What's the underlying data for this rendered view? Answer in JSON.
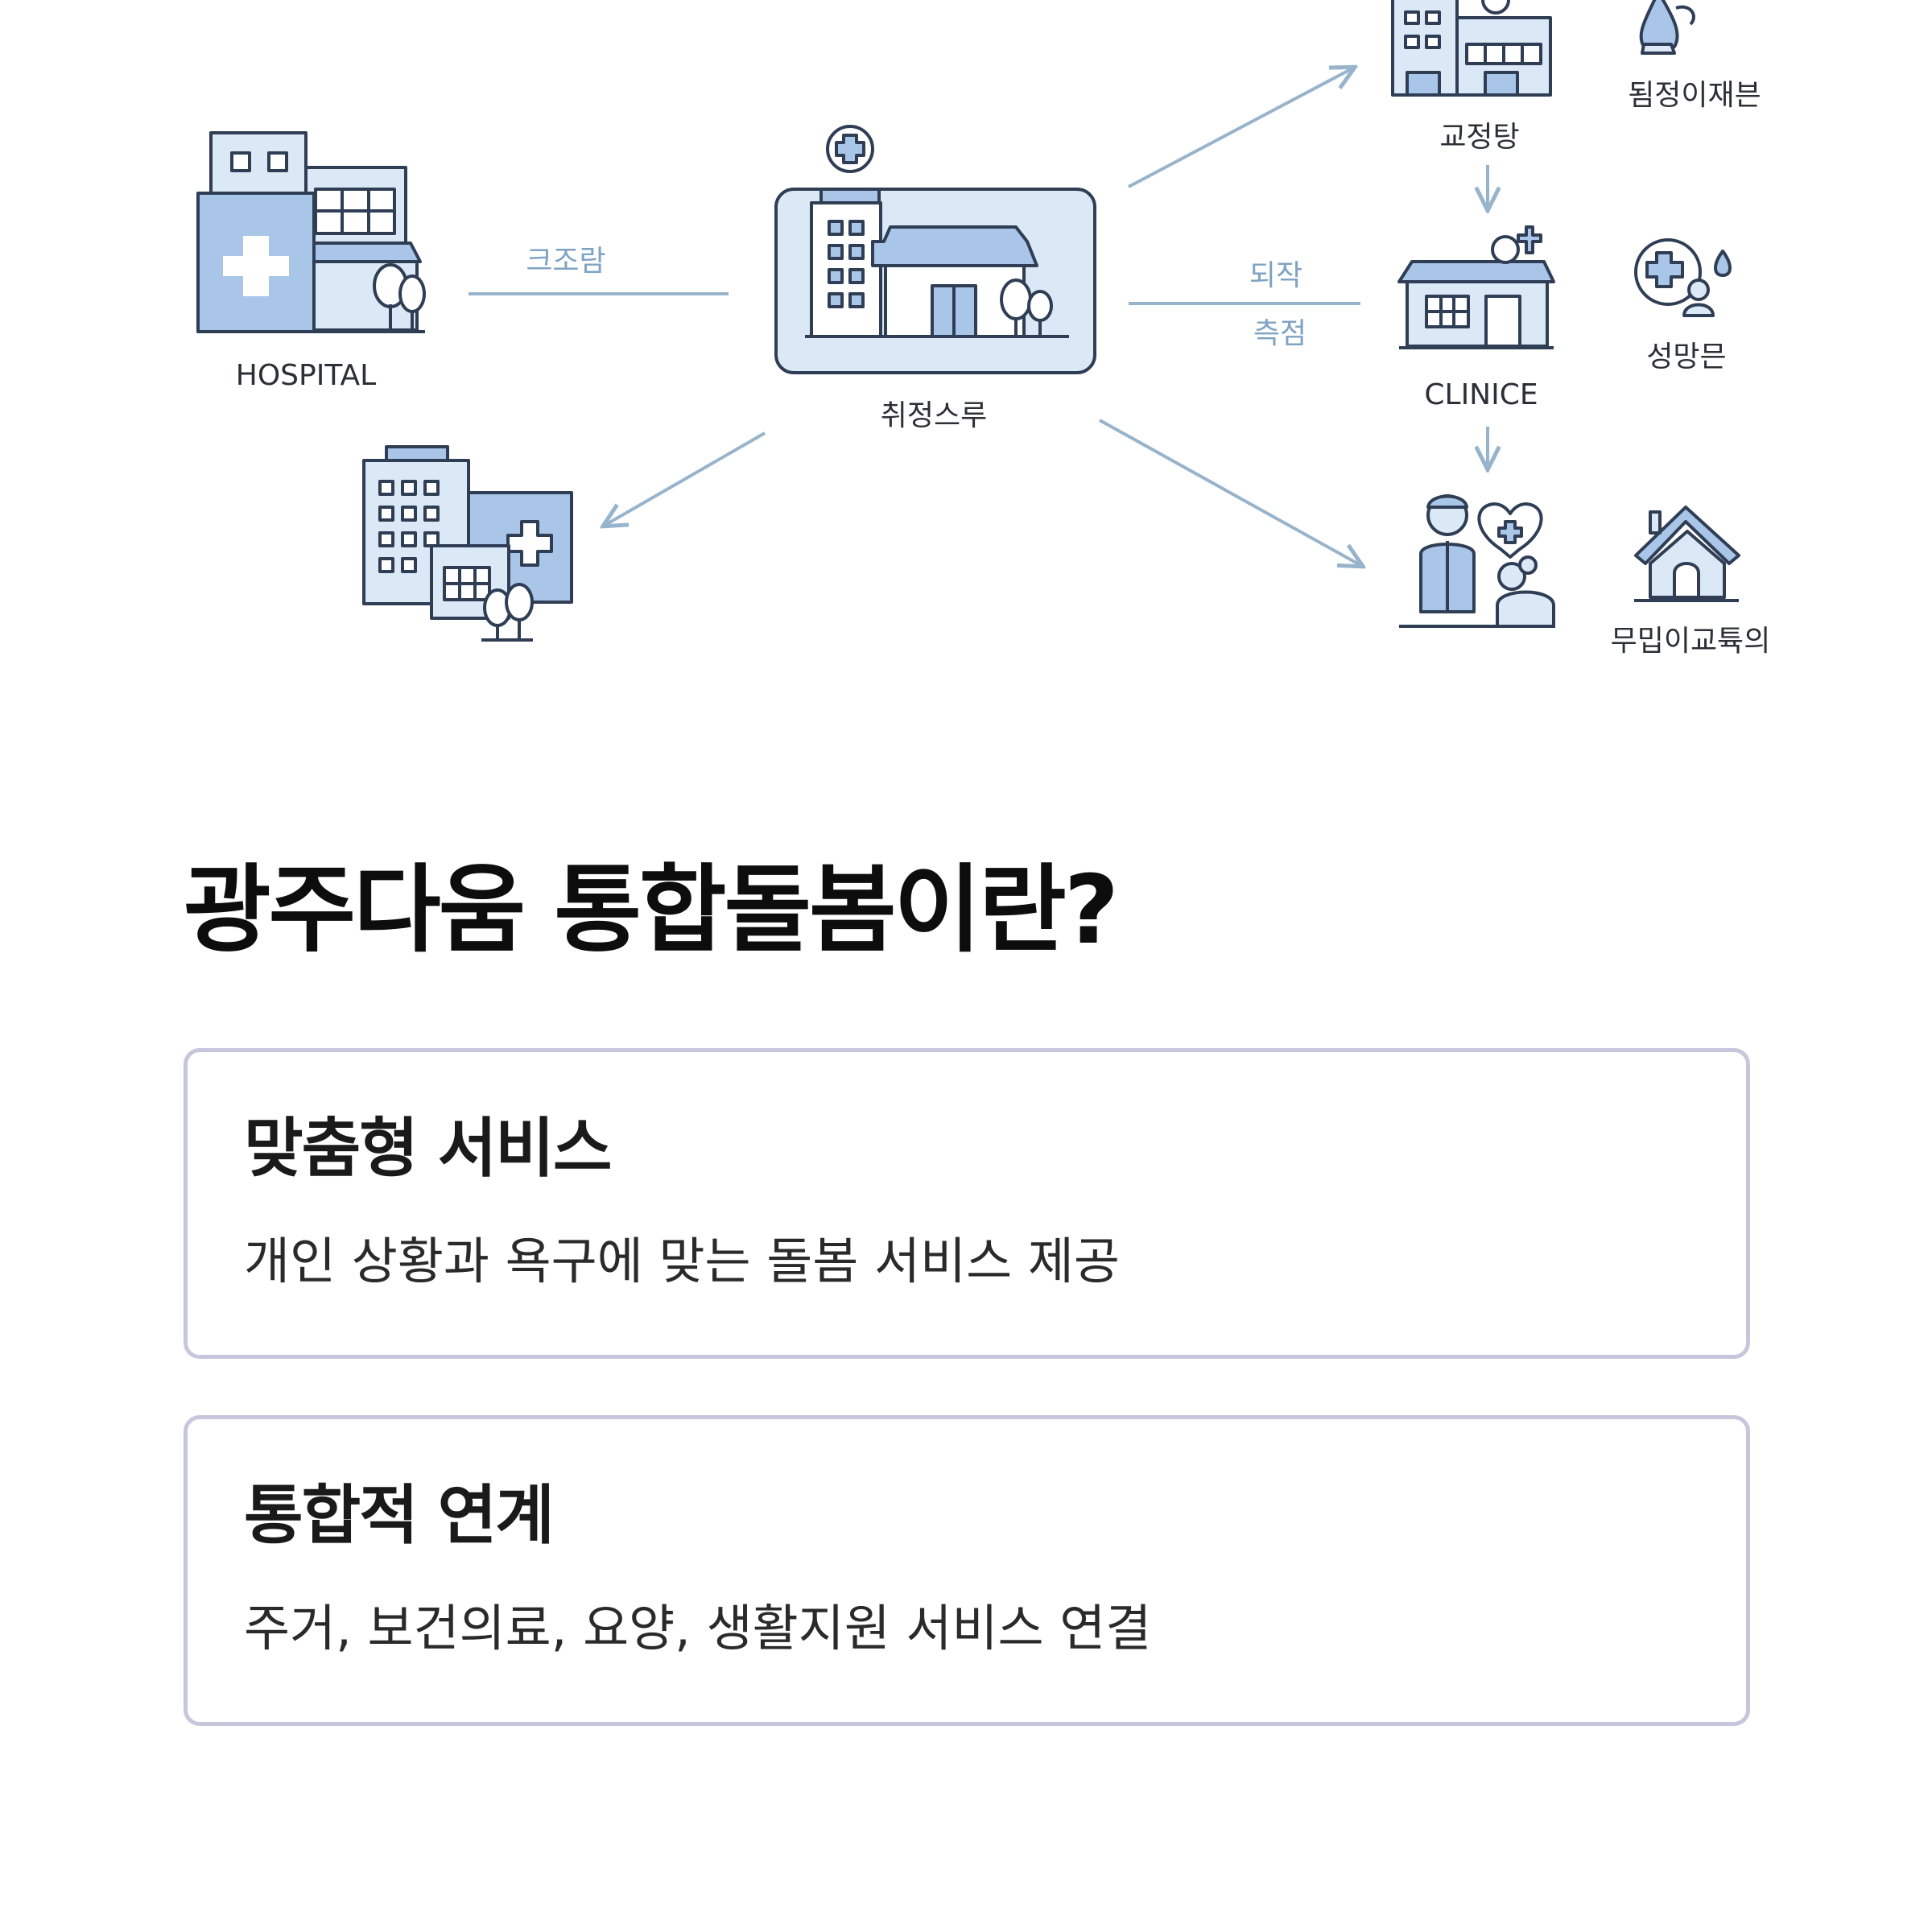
{
  "illustration": {
    "labels": {
      "hospital": "HOSPITAL",
      "center": "취정스루",
      "top_building": "교정탕",
      "clinic": "CLINICE",
      "top_right": "됨정이재븐",
      "middle_right": "성망믄",
      "bottom_right": "무밉이교튝의"
    },
    "connectors": {
      "left": "크조람",
      "right_top": "되작",
      "right_bottom": "측점"
    },
    "icons": [
      "hospital-building-icon",
      "center-facility-icon",
      "apartment-clinic-icon",
      "large-building-icon",
      "clinic-building-icon",
      "caregiver-elder-icon",
      "person-head-icon",
      "medical-cross-person-icon",
      "house-icon"
    ],
    "colors": {
      "fill": "#a9c6e8",
      "fill_light": "#dbe8f5",
      "stroke": "#2f3e55",
      "arrow": "#97b4cc"
    }
  },
  "intro": {
    "title": "광주다움 통합돌봄이란?"
  },
  "cards": [
    {
      "title": "맞춤형 서비스",
      "description": "개인 상황과 욕구에 맞는 돌봄 서비스 제공"
    },
    {
      "title": "통합적 연계",
      "description": "주거, 보건의료, 요양, 생활지원 서비스 연결"
    }
  ],
  "colors": {
    "card_border": "#c6c6dc",
    "title_text": "#0d0d0d",
    "body_text": "#2a2a2a"
  }
}
